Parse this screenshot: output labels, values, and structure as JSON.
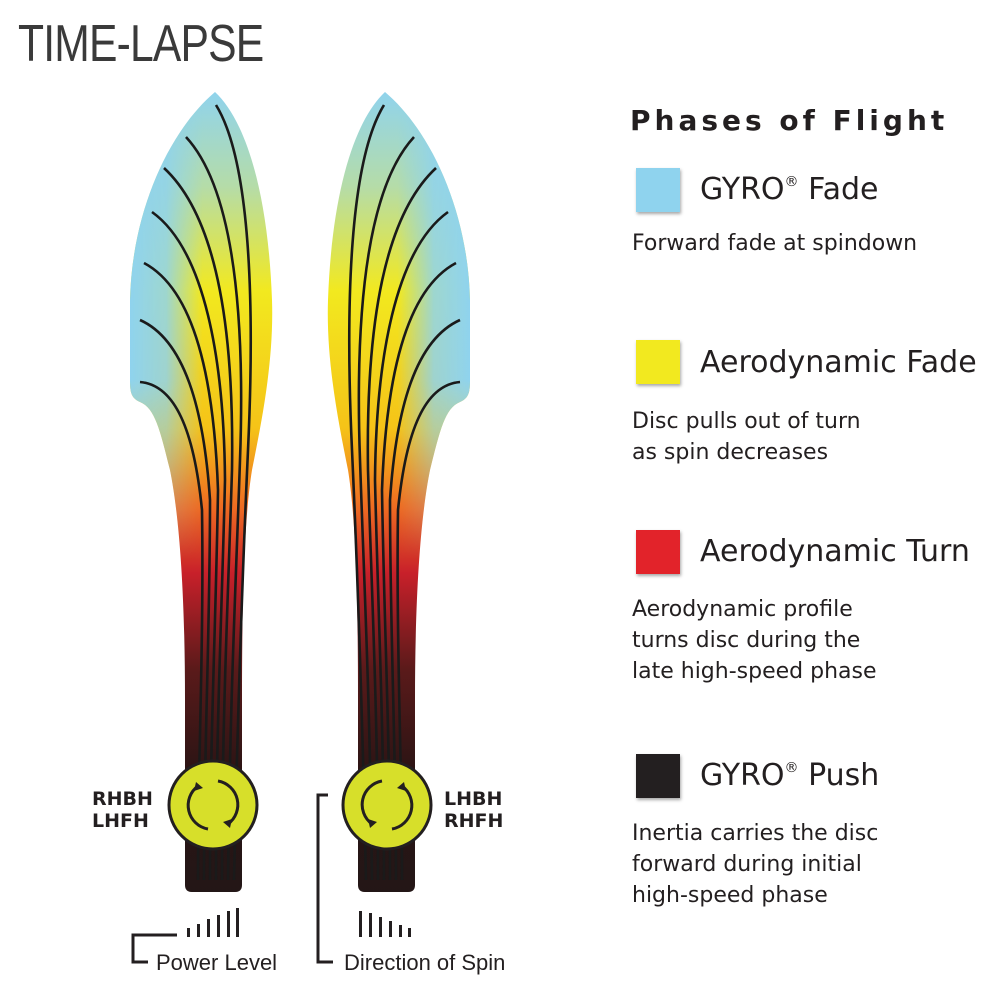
{
  "title": "TIME-LAPSE",
  "left_disc": {
    "throws": [
      "RHBH",
      "LHFH"
    ]
  },
  "right_disc": {
    "throws": [
      "LHBH",
      "RHFH"
    ]
  },
  "captions": {
    "power_level": "Power Level",
    "direction_of_spin": "Direction of Spin"
  },
  "legend": {
    "title": "Phases of Flight",
    "items": [
      {
        "label": "GYRO",
        "reg": "®",
        "label_suffix": " Fade",
        "color": "#8fd3ee",
        "description": [
          "Forward fade at spindown"
        ]
      },
      {
        "label": "Aerodynamic Fade",
        "color": "#f2e91f",
        "description": [
          "Disc pulls out of turn",
          "as spin decreases"
        ]
      },
      {
        "label": "Aerodynamic Turn",
        "color": "#e2232a",
        "description": [
          "Aerodynamic profile",
          "turns disc during the",
          "late high-speed phase"
        ]
      },
      {
        "label": "GYRO",
        "reg": "®",
        "label_suffix": " Push",
        "color": "#231f20",
        "description": [
          "Inertia carries the disc",
          "forward during initial",
          "high-speed phase"
        ]
      }
    ]
  }
}
